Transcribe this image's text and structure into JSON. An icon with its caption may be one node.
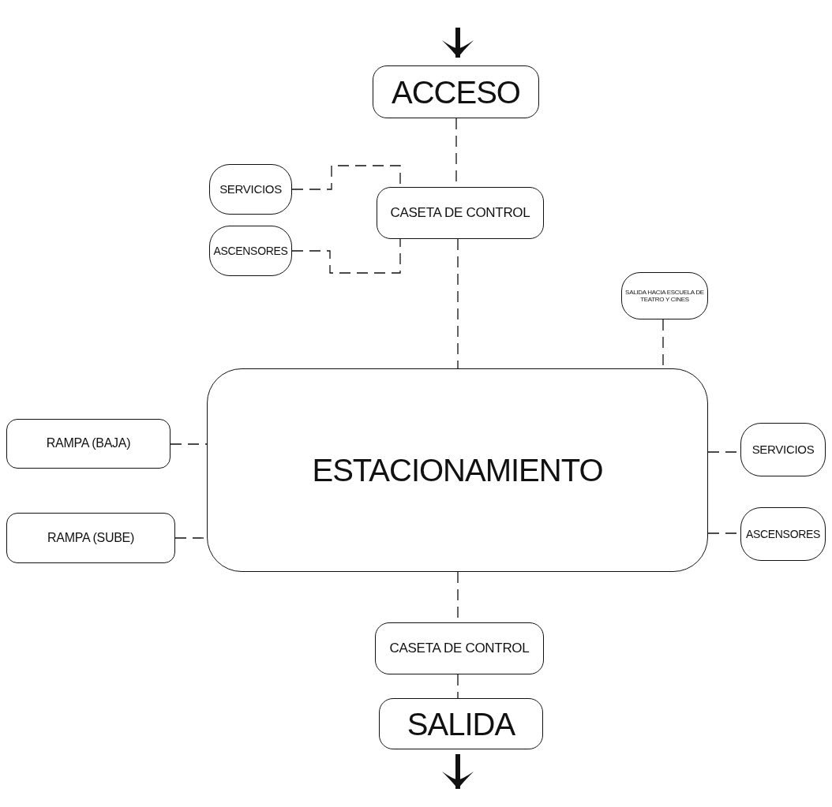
{
  "diagram": {
    "nodes": [
      {
        "text": [
          "ACCESO"
        ]
      },
      {
        "text": [
          "CASETA DE CONTROL"
        ]
      },
      {
        "text": [
          "SERVICIOS"
        ]
      },
      {
        "text": [
          "ASCENSORES"
        ]
      },
      {
        "text": [
          "SALIDA HACIA ESCUELA DE TEATRO Y CINES"
        ]
      },
      {
        "text": [
          "ESTACIONAMIENTO"
        ]
      },
      {
        "text": [
          "RAMPA (BAJA)"
        ]
      },
      {
        "text": [
          "RAMPA (SUBE)"
        ]
      },
      {
        "text": [
          "SERVICIOS"
        ]
      },
      {
        "text": [
          "ASCENSORES"
        ]
      },
      {
        "text": [
          "CASETA DE CONTROL"
        ]
      },
      {
        "text": [
          "SALIDA"
        ]
      }
    ],
    "edges": [
      {
        "from": null,
        "to": 0,
        "arrow": "to",
        "style": "thick"
      },
      {
        "from": 0,
        "to": 1,
        "arrow": "none",
        "style": "dashed"
      },
      {
        "from": 2,
        "to": 1,
        "arrow": "none",
        "style": "dashed"
      },
      {
        "from": 3,
        "to": 1,
        "arrow": "none",
        "style": "dashed"
      },
      {
        "from": 1,
        "to": 5,
        "arrow": "none",
        "style": "dashed"
      },
      {
        "from": 4,
        "to": 5,
        "arrow": "none",
        "style": "dashed"
      },
      {
        "from": 6,
        "to": 5,
        "arrow": "none",
        "style": "dashed"
      },
      {
        "from": 7,
        "to": 5,
        "arrow": "none",
        "style": "dashed"
      },
      {
        "from": 5,
        "to": 8,
        "arrow": "none",
        "style": "dashed"
      },
      {
        "from": 5,
        "to": 9,
        "arrow": "none",
        "style": "dashed"
      },
      {
        "from": 5,
        "to": 10,
        "arrow": "none",
        "style": "dashed"
      },
      {
        "from": 10,
        "to": 11,
        "arrow": "none",
        "style": "dashed"
      },
      {
        "from": 11,
        "to": null,
        "arrow": "to",
        "style": "thick"
      }
    ]
  }
}
